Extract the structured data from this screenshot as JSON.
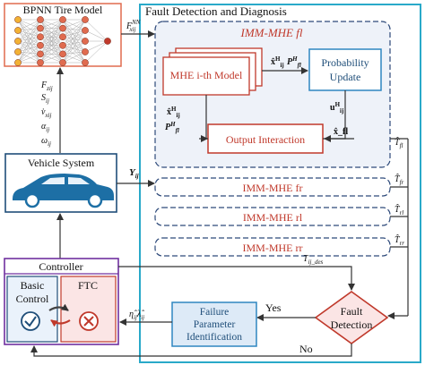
{
  "nn_box": {
    "title": "BPNN Tire Model"
  },
  "vehicle_box": {
    "title": "Vehicle System"
  },
  "controller": {
    "title": "Controller",
    "basic_line1": "Basic",
    "basic_line2": "Control",
    "ftc": "FTC"
  },
  "fdd_panel": {
    "title": "Fault Detection and Diagnosis"
  },
  "imm_fl": {
    "title": "IMM-MHE fl",
    "mhe_label": "MHE i-th Model",
    "prob_line1": "Probability",
    "prob_line2": "Update",
    "output_interaction": "Output Interaction"
  },
  "imm_others": [
    "IMM-MHE fr",
    "IMM-MHE rl",
    "IMM-MHE rr"
  ],
  "fpi_box": {
    "line1": "Failure",
    "line2": "Parameter",
    "line3": "Identification"
  },
  "fault_detection": {
    "line1": "Fault",
    "line2": "Detection"
  },
  "decision_labels": {
    "yes": "Yes",
    "no": "No"
  },
  "signals": {
    "input_vars": [
      "F_zij",
      "S_ij",
      "v̇_xij",
      "α_ij",
      "ω_ij"
    ],
    "nn_out": "F_xij^NN",
    "vehicle_out": "Y_ij",
    "xhat_ij": "x̂_ij^H",
    "pfl_ij": "P_fl^H",
    "u_ij": "u_ij^H",
    "xhat_fl": "x̂_fl",
    "T_fl": "T̂_fl",
    "T_fr": "T̂_fr",
    "T_rl": "T̂_rl",
    "T_rr": "T̂_rr",
    "T_des": "T_ij_des",
    "eta_lambda": "η̂_ij, λ̂_ij"
  },
  "colors": {
    "red": "#c0392b",
    "blue_dark": "#1f4e79",
    "panel_border": "#29a9c9",
    "dashed": "#2e4a7a",
    "purple": "#7030a0",
    "prob_border": "#2e86c1",
    "car": "#1d6fa5"
  }
}
